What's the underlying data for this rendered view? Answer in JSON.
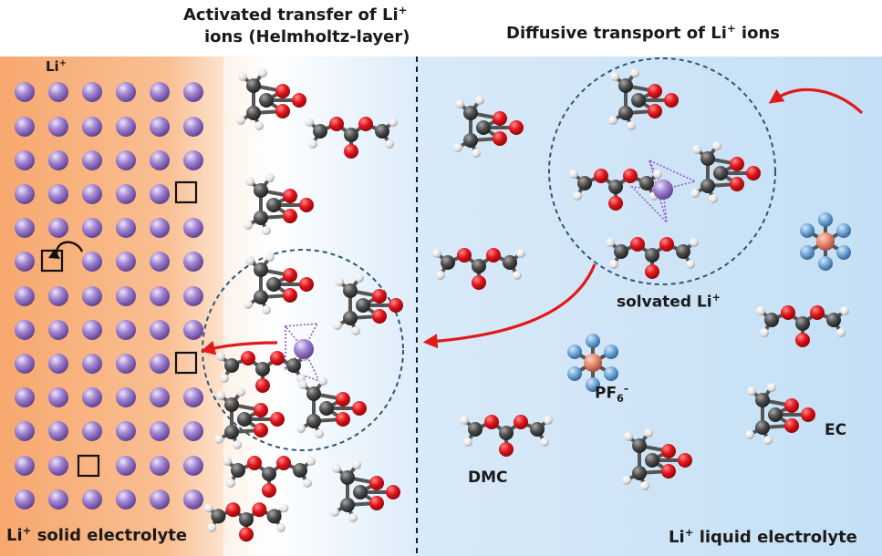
{
  "header": {
    "activated_line1": "Activated transfer of Li",
    "activated_line1_sup": "+",
    "activated_line2": "ions (Helmholtz-layer)",
    "diffusive": "Diffusive transport of Li",
    "diffusive_sup": "+",
    "diffusive_tail": " ions"
  },
  "labels": {
    "li_ion": "Li",
    "li_ion_sup": "+",
    "solvated": "solvated Li",
    "solvated_sup": "+",
    "pf6": "PF",
    "pf6_sub": "6",
    "pf6_sup": "–",
    "dmc": "DMC",
    "ec": "EC"
  },
  "footer": {
    "solid_prefix": "Li",
    "solid_sup": "+",
    "solid_text": " solid electrolyte",
    "liquid_prefix": "Li",
    "liquid_sup": "+",
    "liquid_text": " liquid electrolyte"
  },
  "colors": {
    "solid_region": "#f9b98a",
    "liquid_region": "#cfe6f8",
    "li_atom": "#9a79c9",
    "oxygen": "#e0141b",
    "carbon": "#4d4d4d",
    "hydrogen": "#e8e8e8",
    "fluorine": "#6fa6d8",
    "phosphorus": "#e5876d",
    "arrow": "#e01b1b",
    "solvation_shell": "#2f5577"
  }
}
